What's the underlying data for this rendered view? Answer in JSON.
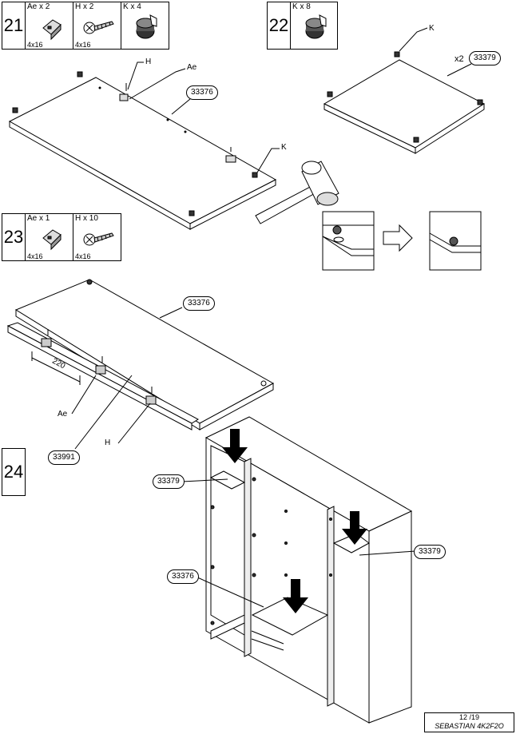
{
  "step21": {
    "number": "21",
    "parts": [
      {
        "label": "Ae x 2",
        "qty": "4x16",
        "icon": "angle-bracket-icon"
      },
      {
        "label": "H x 2",
        "qty": "4x16",
        "icon": "screw-icon"
      },
      {
        "label": "K x 4",
        "qty": "",
        "icon": "cam-lock-icon"
      }
    ],
    "panel_code": "33376",
    "callouts": {
      "h": "H",
      "ae": "Ae",
      "k": "K"
    }
  },
  "step22": {
    "number": "22",
    "parts": [
      {
        "label": "K x 8",
        "qty": "",
        "icon": "cam-lock-icon"
      }
    ],
    "panel_code": "33379",
    "multiplier": "x2",
    "callouts": {
      "k": "K"
    }
  },
  "step23": {
    "number": "23",
    "parts": [
      {
        "label": "Ae x 1",
        "qty": "4x16",
        "icon": "angle-bracket-icon"
      },
      {
        "label": "H x 10",
        "qty": "4x16",
        "icon": "screw-icon"
      }
    ],
    "panel_code": "33376",
    "rail_code": "33991",
    "dimension": "220",
    "callouts": {
      "ae": "Ae",
      "h": "H"
    }
  },
  "step24": {
    "number": "24",
    "labels": {
      "top_left": "33379",
      "right": "33379",
      "middle": "33376"
    }
  },
  "footer": {
    "page": "12 /19",
    "model": "SEBASTIAN 4K2F2O"
  }
}
